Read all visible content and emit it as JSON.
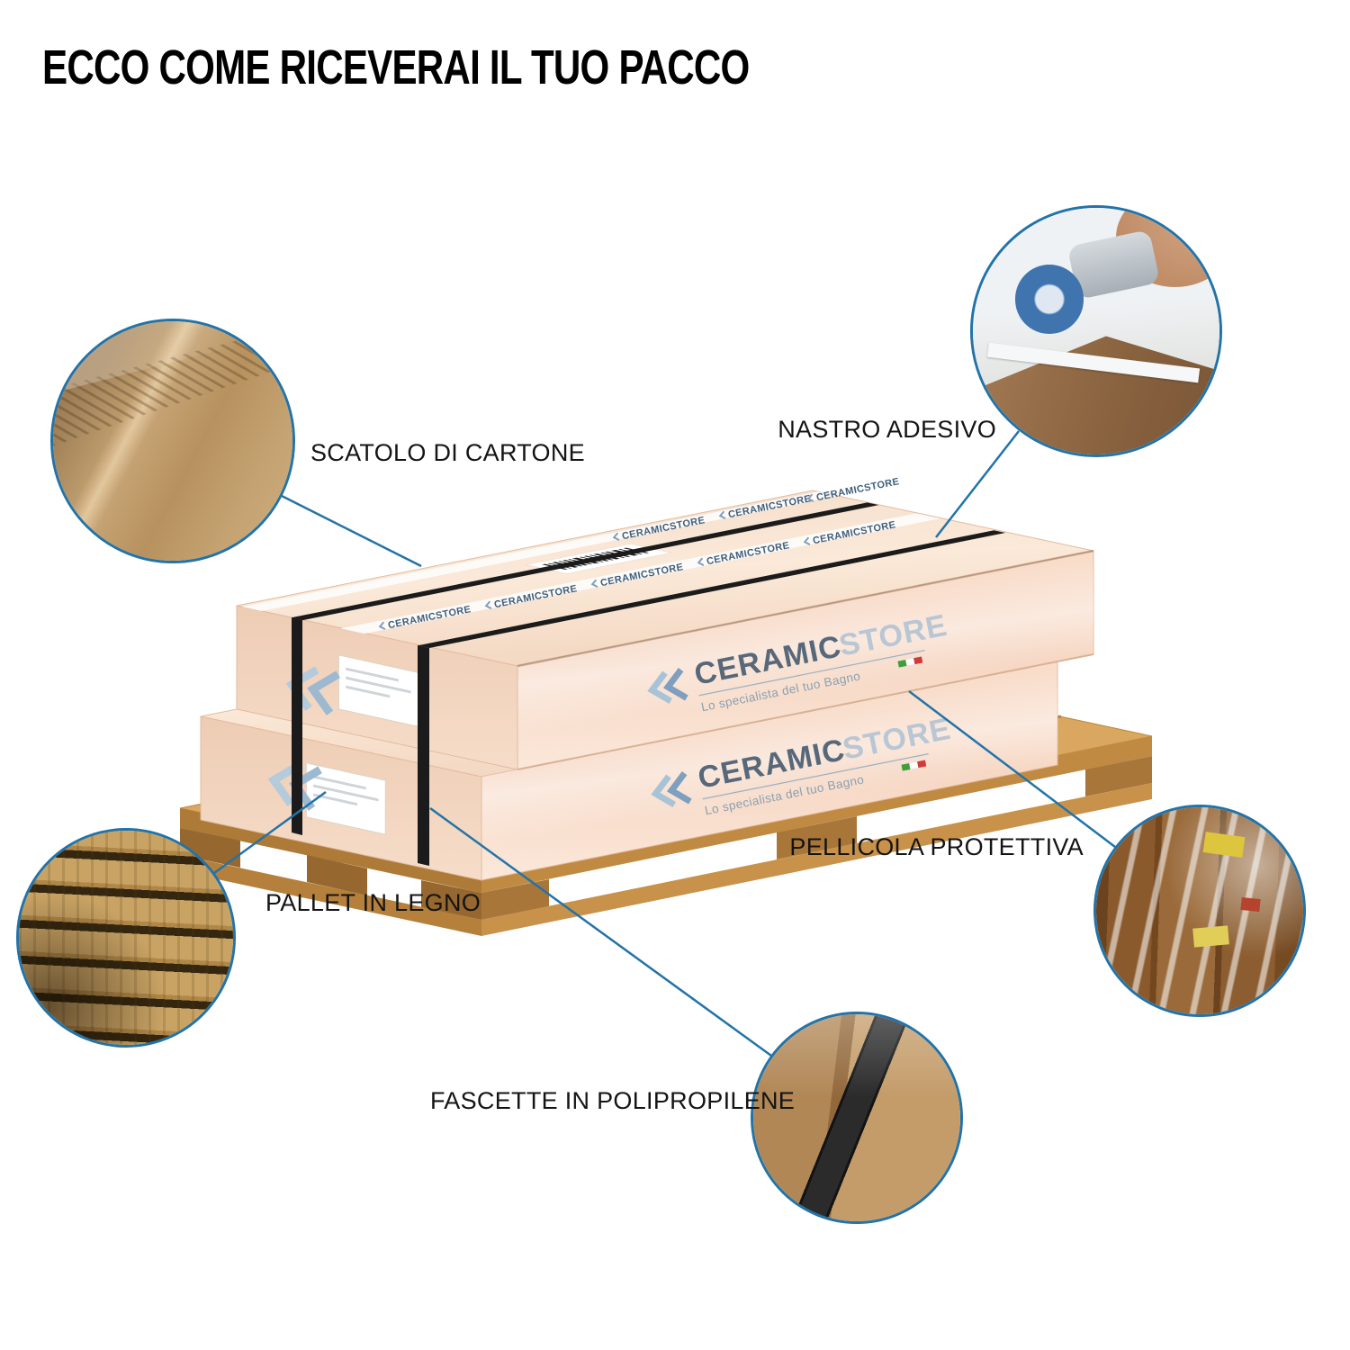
{
  "title": "ECCO COME RICEVERAI IL TUO PACCO",
  "brand": {
    "name_bold": "CERAMIC",
    "name_light": "STORE",
    "tagline": "Lo specialista del tuo Bagno",
    "tape_text": "CERAMICSTORE"
  },
  "callouts": {
    "cardboard": {
      "label": "SCATOLO DI CARTONE"
    },
    "tape": {
      "label": "NASTRO ADESIVO"
    },
    "film": {
      "label": "PELLICOLA PROTETTIVA"
    },
    "pallet": {
      "label": "PALLET IN LEGNO"
    },
    "straps": {
      "label": "FASCETTE IN POLIPROPILENE"
    }
  },
  "colors": {
    "accent": "#2273a8",
    "strap": "#1b1b1b",
    "box_top": "#f7dfcd",
    "box_front": "#f7d8c5",
    "box_side": "#efd2bc",
    "pallet_top": "#d9a75f",
    "pallet_front": "#c08a42",
    "pallet_side": "#ad7a37",
    "pallet_block": "#a9763a",
    "pallet_rail": "#c8924b",
    "logo_dark": "#56687a",
    "logo_light": "#b9c6d3",
    "logo_blue": "#7f9fbe",
    "logo_muted": "#8aa0b2",
    "label_text": "#141414"
  }
}
